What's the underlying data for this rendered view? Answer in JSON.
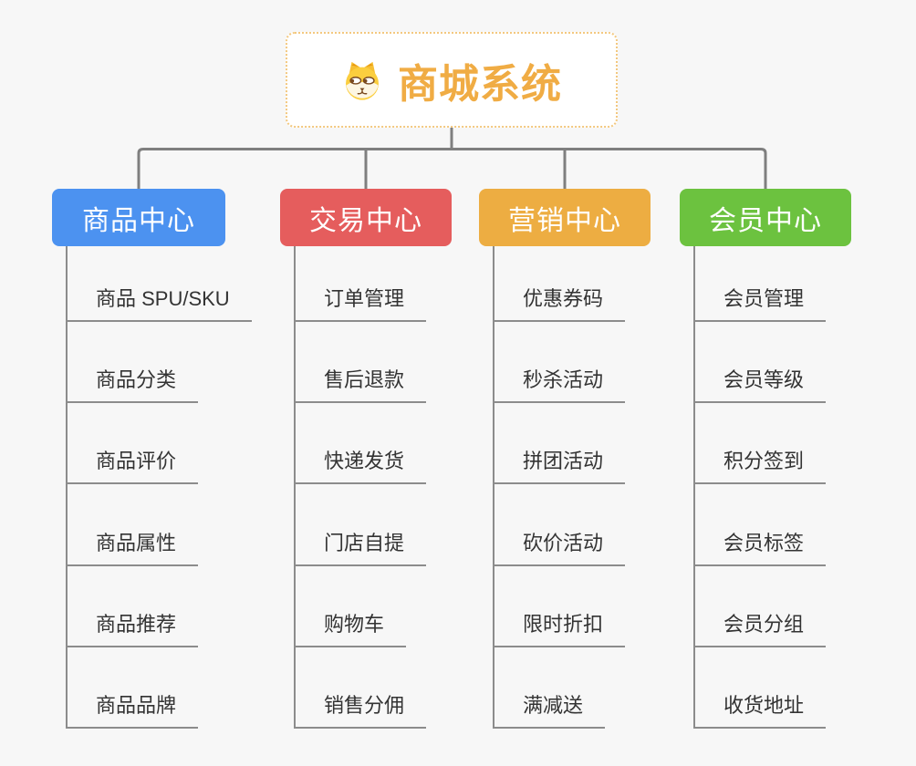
{
  "page": {
    "background": "#f7f7f7",
    "connector_color": "#7f7f7f"
  },
  "root": {
    "title": "商城系统",
    "title_color": "#f0ac44",
    "border_color": "#f3c87f",
    "icon": "shiba-dog-icon"
  },
  "branches": [
    {
      "id": "product-center",
      "label": "商品中心",
      "color": "#4c92f0",
      "children": [
        "商品 SPU/SKU",
        "商品分类",
        "商品评价",
        "商品属性",
        "商品推荐",
        "商品品牌"
      ]
    },
    {
      "id": "trade-center",
      "label": "交易中心",
      "color": "#e55d5d",
      "children": [
        "订单管理",
        "售后退款",
        "快递发货",
        "门店自提",
        "购物车",
        "销售分佣"
      ]
    },
    {
      "id": "marketing-center",
      "label": "营销中心",
      "color": "#edad42",
      "children": [
        "优惠券码",
        "秒杀活动",
        "拼团活动",
        "砍价活动",
        "限时折扣",
        "满减送"
      ]
    },
    {
      "id": "member-center",
      "label": "会员中心",
      "color": "#6cc23f",
      "children": [
        "会员管理",
        "会员等级",
        "积分签到",
        "会员标签",
        "会员分组",
        "收货地址"
      ]
    }
  ]
}
